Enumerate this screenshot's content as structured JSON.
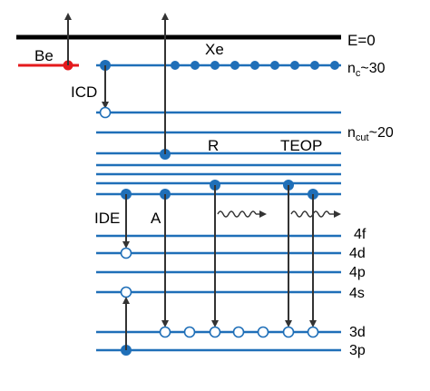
{
  "labels": {
    "threshold": "E=0",
    "be": "Be",
    "xe": "Xe",
    "nc_main": "n",
    "nc_sub": "c",
    "nc_rest": "~30",
    "ncut_main": "n",
    "ncut_sub": "cut",
    "ncut_rest": "~20",
    "icd": "ICD",
    "r": "R",
    "teop": "TEOP",
    "ide": "IDE",
    "a": "A",
    "level_4f": "4f",
    "level_4d": "4d",
    "level_4p": "4p",
    "level_4s": "4s",
    "level_3d": "3d",
    "level_3p": "3p"
  },
  "colors": {
    "level": "#1f6fb8",
    "dot": "#1f6fb8",
    "threshold": "#000000",
    "be": "#e41a1c",
    "arrow": "#333333",
    "text": "#000000"
  }
}
